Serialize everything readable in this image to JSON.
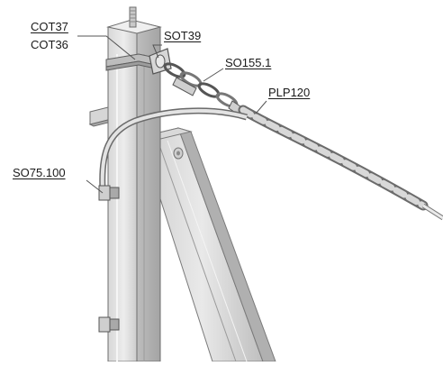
{
  "labels": {
    "cot37": "COT37",
    "cot36": "COT36",
    "sot39": "SOT39",
    "so155": "SO155.1",
    "plp120": "PLP120",
    "so75": "SO75.100"
  },
  "colors": {
    "metal_light": "#e7e7e7",
    "metal_mid": "#cfcfcf",
    "metal_dark": "#a9a9a9",
    "outline": "#6d6d6d",
    "leader": "#555555"
  }
}
